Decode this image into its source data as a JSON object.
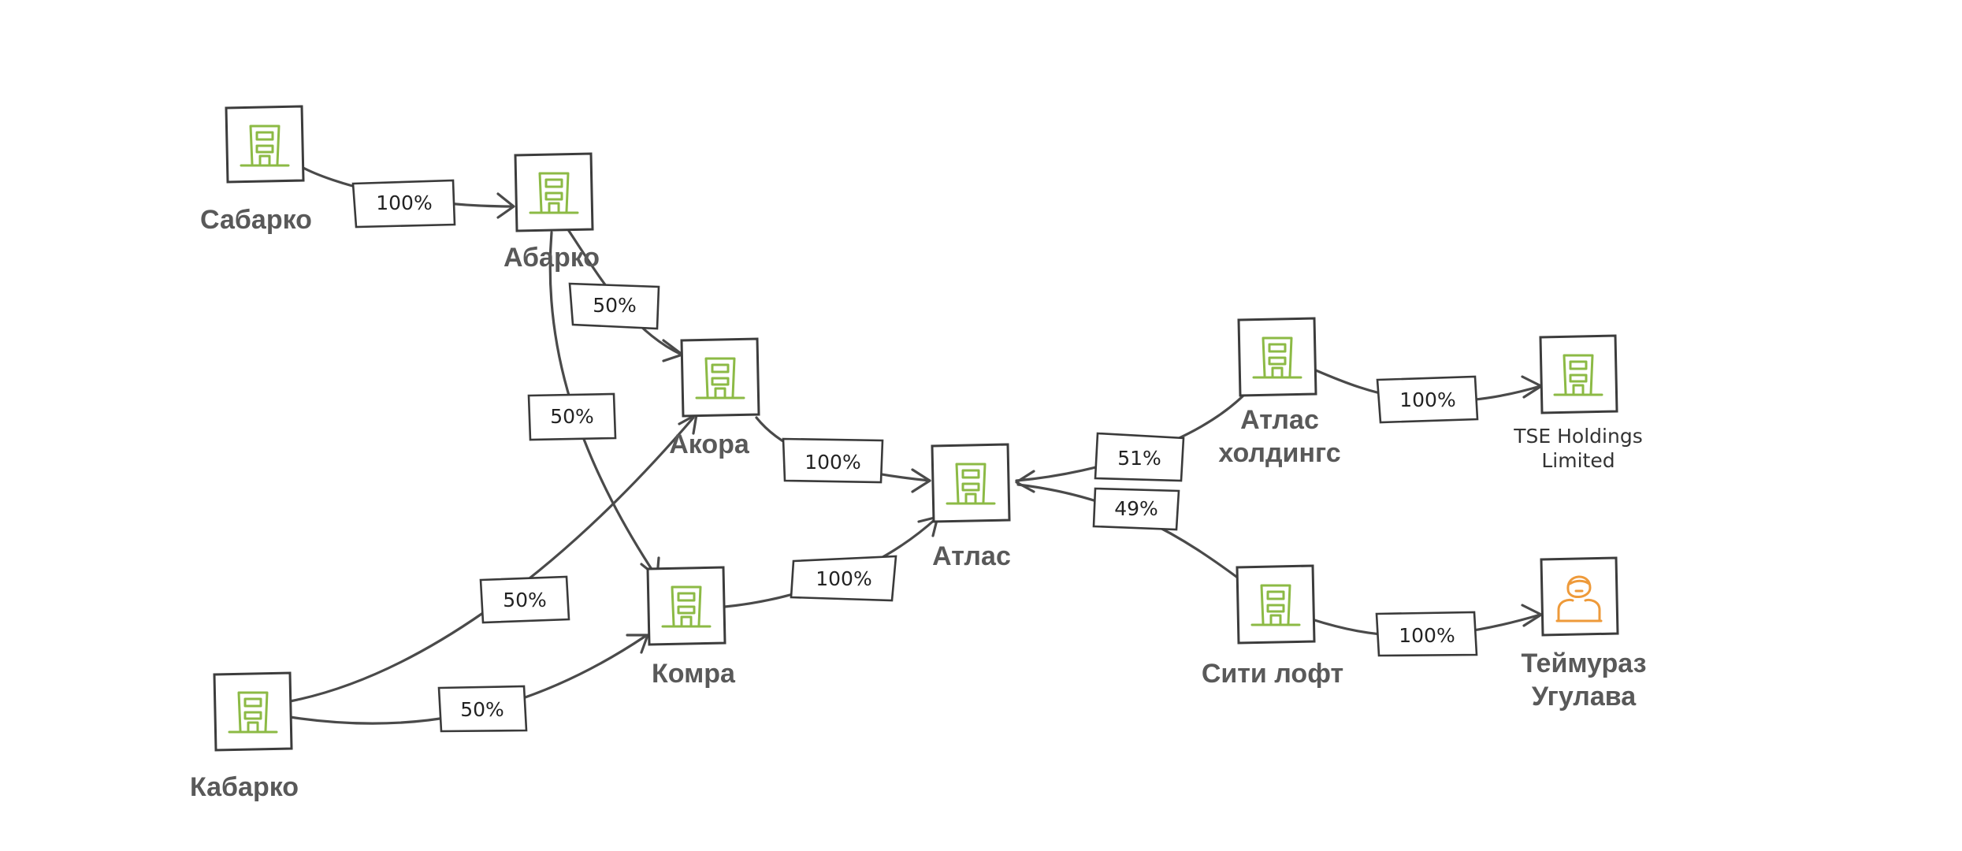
{
  "colors": {
    "company_icon": "#8cba45",
    "person_icon": "#ee9a3a",
    "lines": "#4a4a4a",
    "label_text": "#595959"
  },
  "nodes": {
    "sabarko": {
      "label": "Сабарко",
      "icon": "building-icon"
    },
    "abarko": {
      "label": "Абарко",
      "icon": "building-icon"
    },
    "akora": {
      "label": "Акора",
      "icon": "building-icon"
    },
    "kabarko": {
      "label": "Кабарко",
      "icon": "building-icon"
    },
    "komra": {
      "label": "Комра",
      "icon": "building-icon"
    },
    "atlas": {
      "label": "Атлас",
      "icon": "building-icon"
    },
    "atlas_holdings": {
      "label_line1": "Атлас",
      "label_line2": "холдингс",
      "icon": "building-icon"
    },
    "tse_holdings": {
      "label_line1": "TSE Holdings",
      "label_line2": "Limited",
      "icon": "building-icon"
    },
    "city_loft": {
      "label": "Сити лофт",
      "icon": "building-icon"
    },
    "teymuraz": {
      "label_line1": "Теймураз",
      "label_line2": "Угулава",
      "icon": "person-icon"
    }
  },
  "edges": {
    "sabarko_abarko": "100%",
    "abarko_akora": "50%",
    "abarko_komra": "50%",
    "kabarko_akora": "50%",
    "kabarko_komra": "50%",
    "akora_atlas": "100%",
    "komra_atlas": "100%",
    "atlas_holdings_atlas": "51%",
    "city_loft_atlas": "49%",
    "atlas_holdings_tse": "100%",
    "city_loft_teymuraz": "100%"
  }
}
